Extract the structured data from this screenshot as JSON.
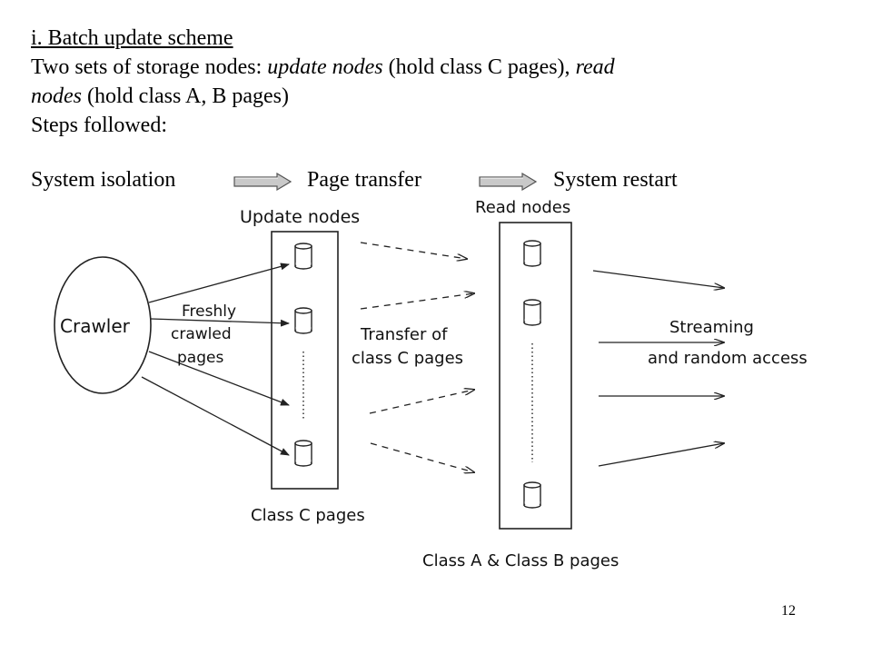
{
  "slide": {
    "heading": "i. Batch update scheme",
    "line2_a": "Two sets of storage nodes: ",
    "line2_b": "update nodes",
    "line2_c": " (hold class C pages), ",
    "line2_d": "read",
    "line3_a": "nodes",
    "line3_b": " (hold class A, B pages)",
    "steps_label": "Steps followed:",
    "steps": [
      "System isolation",
      "Page transfer",
      "System restart"
    ],
    "page_number": "12"
  },
  "diagram": {
    "crawler": "Crawler",
    "update_nodes": "Update nodes",
    "read_nodes": "Read nodes",
    "freshly_1": "Freshly",
    "freshly_2": "crawled",
    "freshly_3": "pages",
    "transfer_1": "Transfer of",
    "transfer_2": "class C pages",
    "streaming_1": "Streaming",
    "streaming_2": "and random access",
    "class_c": "Class C pages",
    "class_ab": "Class A & Class B pages"
  },
  "colors": {
    "arrow_fill": "#c9c9c9",
    "arrow_stroke": "#555555"
  }
}
